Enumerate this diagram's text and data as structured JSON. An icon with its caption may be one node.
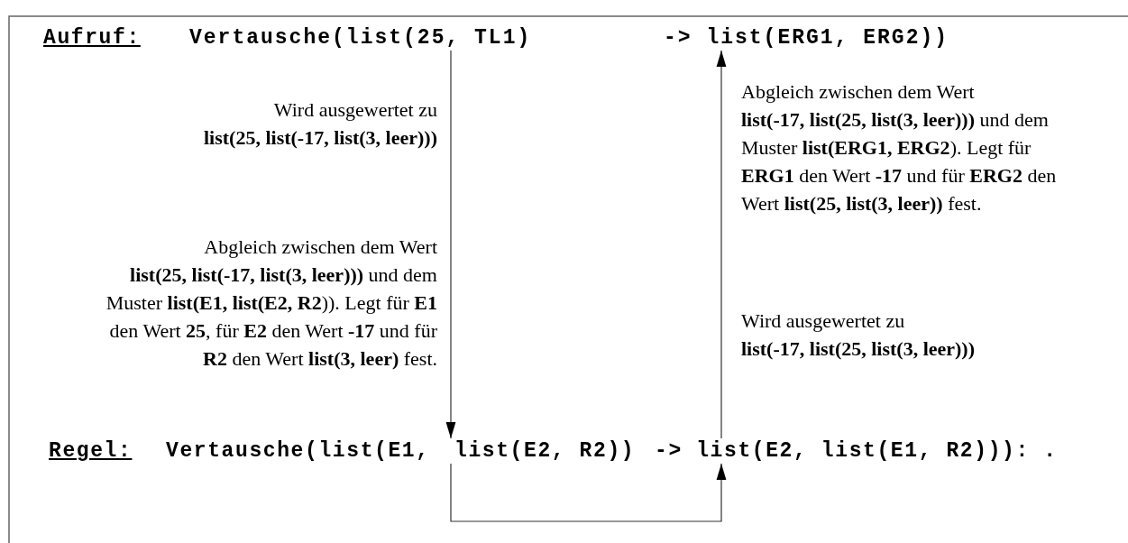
{
  "diagram": {
    "nodes": [
      {
        "text": [
          "Vertausche(list(25, TL1)"
        ]
      },
      {
        "text": [
          "-> list(ERG1, ERG2))"
        ]
      },
      {
        "text": [
          "Vertausche(list(E1,"
        ]
      },
      {
        "text": [
          "list(E2, R2))"
        ]
      },
      {
        "text": [
          "-> list(E2, list(E1, R2))): ."
        ]
      }
    ],
    "edges": [
      {
        "from": 0,
        "to": 3,
        "arrow": "to"
      },
      {
        "from": 4,
        "to": 1,
        "arrow": "to"
      },
      {
        "from": 3,
        "to": 4,
        "arrow": "to"
      }
    ],
    "labels": [
      "Aufruf:",
      "Wird ausgewertet zu **list(25, list(-17, list(3, leer)))**",
      "Abgleich zwischen dem Wert **list(-17, list(25, list(3, leer)))** und dem Muster **list(ERG1, ERG2**). Legt für **ERG1** den Wert **-17** und für **ERG2** den Wert **list(25, list(3, leer))** fest.",
      "Abgleich zwischen dem Wert **list(25, list(-17, list(3, leer)))** und dem Muster **list(E1, list(E2, R2**)). Legt für **E1** den Wert **25**, für **E2** den Wert **-17** und für **R2** den Wert **list(3, leer)** fest.",
      "Wird ausgewertet zu **list(-17, list(25, list(3, leer)))**",
      "Regel:"
    ]
  }
}
